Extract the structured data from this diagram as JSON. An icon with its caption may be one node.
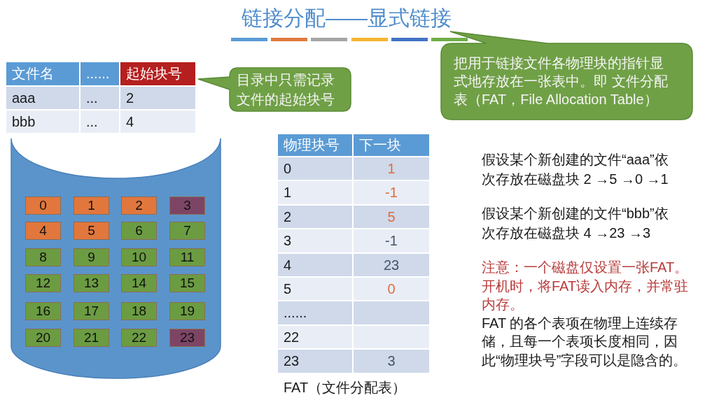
{
  "diagram": {
    "title": "链接分配——显式链接",
    "nodes": [
      {
        "text": [
          "目录中只需记录文件的起始块号"
        ]
      },
      {
        "text": [
          "把用于链接文件各物理块的指针显式地存放在一张表中。即 文件分配表（FAT，File Allocation Table）"
        ]
      },
      {
        "text": [],
        "shape": "cylinder"
      },
      {
        "text": [
          "0"
        ],
        "in": 2
      },
      {
        "text": [
          "1"
        ],
        "in": 2
      },
      {
        "text": [
          "2"
        ],
        "in": 2
      },
      {
        "text": [
          "3"
        ],
        "in": 2
      },
      {
        "text": [
          "4"
        ],
        "in": 2
      },
      {
        "text": [
          "5"
        ],
        "in": 2
      },
      {
        "text": [
          "6"
        ],
        "in": 2
      },
      {
        "text": [
          "7"
        ],
        "in": 2
      },
      {
        "text": [
          "8"
        ],
        "in": 2
      },
      {
        "text": [
          "9"
        ],
        "in": 2
      },
      {
        "text": [
          "10"
        ],
        "in": 2
      },
      {
        "text": [
          "11"
        ],
        "in": 2
      },
      {
        "text": [
          "12"
        ],
        "in": 2
      },
      {
        "text": [
          "13"
        ],
        "in": 2
      },
      {
        "text": [
          "14"
        ],
        "in": 2
      },
      {
        "text": [
          "15"
        ],
        "in": 2
      },
      {
        "text": [
          "16"
        ],
        "in": 2
      },
      {
        "text": [
          "17"
        ],
        "in": 2
      },
      {
        "text": [
          "18"
        ],
        "in": 2
      },
      {
        "text": [
          "19"
        ],
        "in": 2
      },
      {
        "text": [
          "20"
        ],
        "in": 2
      },
      {
        "text": [
          "21"
        ],
        "in": 2
      },
      {
        "text": [
          "22"
        ],
        "in": 2
      },
      {
        "text": [
          "23"
        ],
        "in": 2
      }
    ],
    "labels": [
      "文件名",
      "......",
      "起始块号",
      "aaa",
      "...",
      "2",
      "bbb",
      "...",
      "4",
      "物理块号",
      "下一块",
      "0",
      "1",
      "1",
      "-1",
      "2",
      "5",
      "3",
      "-1",
      "4",
      "23",
      "5",
      "0",
      "......",
      "22",
      "23",
      "3",
      "FAT（文件分配表）",
      "假设某个新创建的文件“aaa”依次存放在磁盘块 2 →5 →0 →1",
      "假设某个新创建的文件“bbb”依次存放在磁盘块 4 →23 →3",
      "注意：一个磁盘仅设置一张FAT。开机时，将FAT读入内存，并常驻内存。",
      "FAT 的各个表项在物理上连续存储，且每一个表项长度相同，因此“物理块号”字段可以是隐含的。"
    ]
  }
}
